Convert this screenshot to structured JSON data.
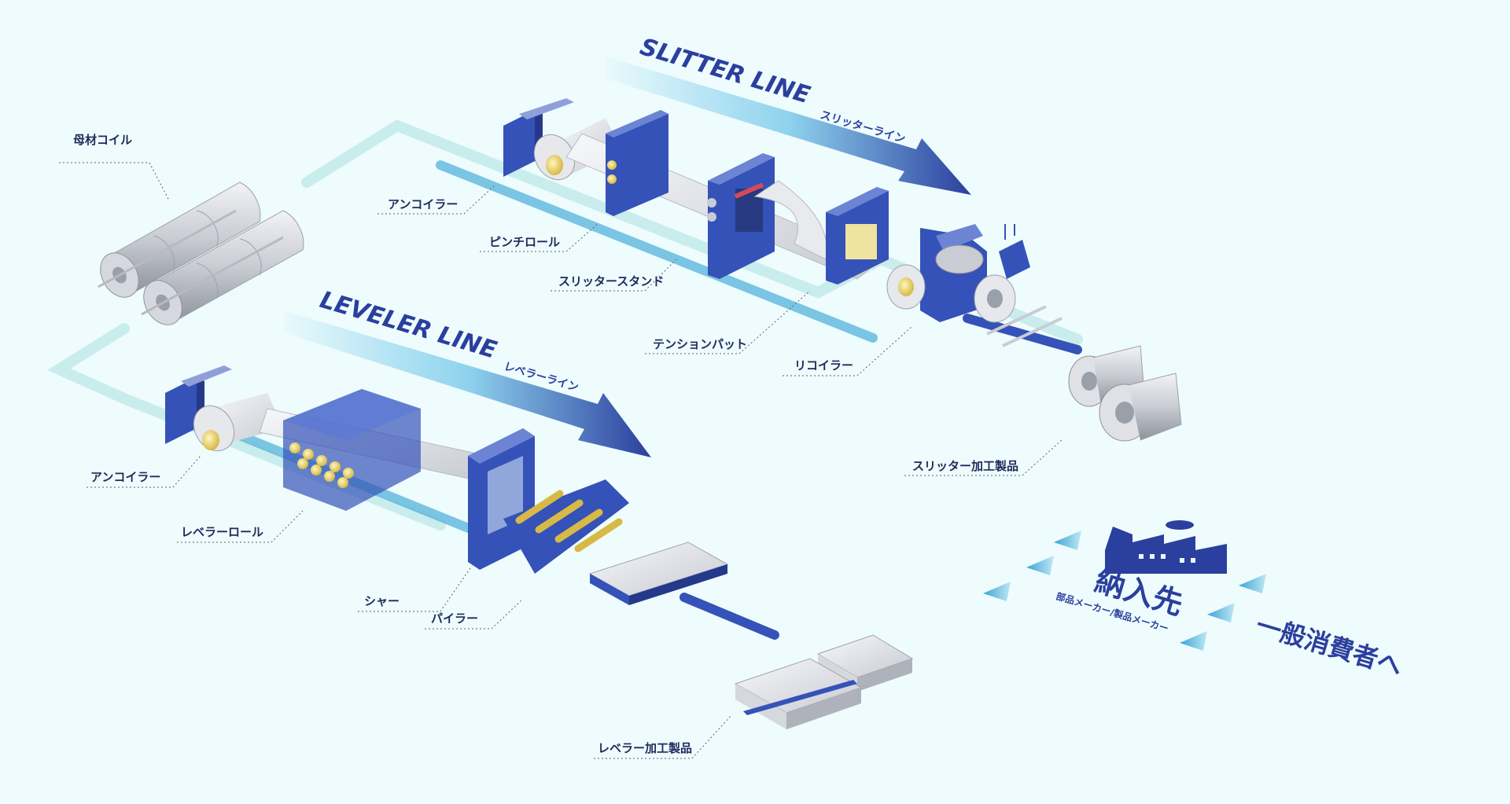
{
  "slitter_line": {
    "title": "SLITTER LINE",
    "subtitle": "スリッターライン",
    "labels": {
      "uncoiler": "アンコイラー",
      "pinch_roll": "ピンチロール",
      "slitter_stand": "スリッタースタンド",
      "tension_pad": "テンションパット",
      "recoiler": "リコイラー",
      "product": "スリッター加工製品"
    }
  },
  "leveler_line": {
    "title": "LEVELER LINE",
    "subtitle": "レベラーライン",
    "labels": {
      "uncoiler": "アンコイラー",
      "leveler_roll": "レベラーロール",
      "shear": "シャー",
      "piler": "パイラー",
      "product": "レベラー加工製品"
    }
  },
  "mother_coil": "母材コイル",
  "delivery": {
    "title": "納入先",
    "subtitle": "部品メーカー/製品メーカー"
  },
  "consumer": "一般消費者へ",
  "colors": {
    "background": "#eefcfd",
    "brand_blue": "#2b3f9e",
    "machine_blue": "#3552b8",
    "arrow_light": "#8fd3ee",
    "coil_gray": "#d7d9df",
    "gold": "#e8d36a"
  }
}
